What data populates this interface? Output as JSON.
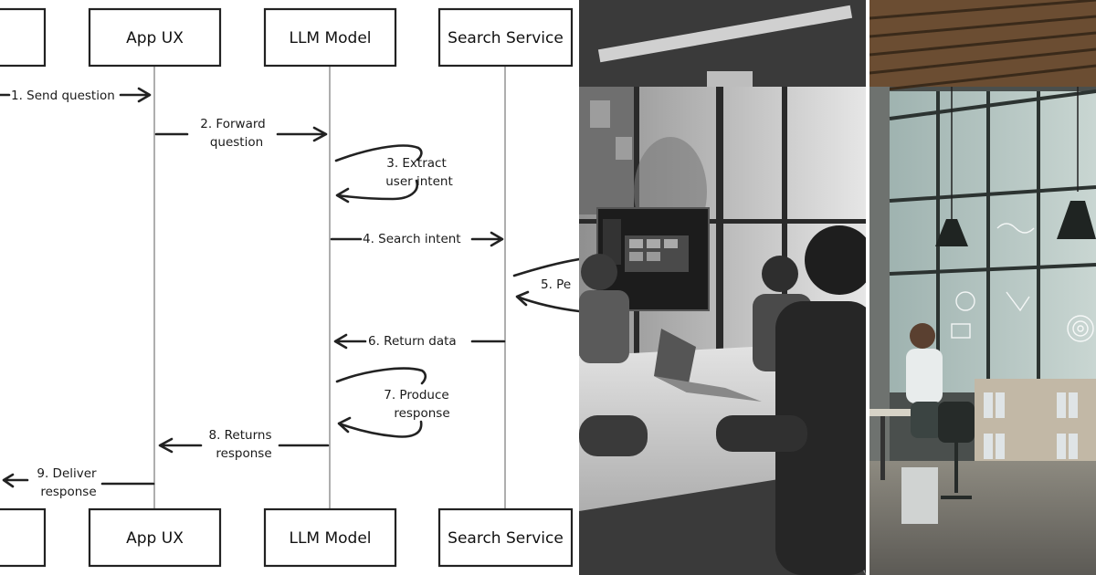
{
  "participants": [
    {
      "id": "user",
      "label": ""
    },
    {
      "id": "app",
      "label": "App UX"
    },
    {
      "id": "llm",
      "label": "LLM Model"
    },
    {
      "id": "search",
      "label": "Search Service"
    }
  ],
  "messages": [
    {
      "step": 1,
      "lines": [
        "1. Send question"
      ],
      "from": "user",
      "to": "app"
    },
    {
      "step": 2,
      "lines": [
        "2. Forward",
        "question"
      ],
      "from": "app",
      "to": "llm"
    },
    {
      "step": 3,
      "lines": [
        "3. Extract",
        "user intent"
      ],
      "from": "llm",
      "to": "llm"
    },
    {
      "step": 4,
      "lines": [
        "4. Search intent"
      ],
      "from": "llm",
      "to": "search"
    },
    {
      "step": 5,
      "lines": [
        "5. Pe"
      ],
      "from": "search",
      "to": "search"
    },
    {
      "step": 6,
      "lines": [
        "6. Return data"
      ],
      "from": "search",
      "to": "llm"
    },
    {
      "step": 7,
      "lines": [
        "7. Produce",
        "response"
      ],
      "from": "llm",
      "to": "llm"
    },
    {
      "step": 8,
      "lines": [
        "8. Returns",
        "response"
      ],
      "from": "llm",
      "to": "app"
    },
    {
      "step": 9,
      "lines": [
        "9. Deliver",
        "response"
      ],
      "from": "app",
      "to": "user"
    }
  ],
  "photos": [
    {
      "name": "meeting-room-photo",
      "tone": "monochrome"
    },
    {
      "name": "office-workspace-photo",
      "tone": "muted-teal"
    }
  ]
}
